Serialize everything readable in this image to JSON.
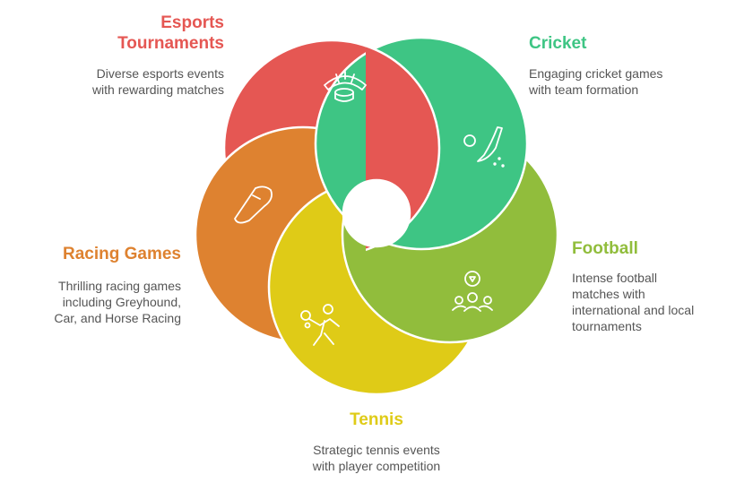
{
  "colors": {
    "esports": "#E55753",
    "cricket": "#3EC584",
    "football": "#91BD3C",
    "tennis": "#DFCB17",
    "racing": "#DE8230"
  },
  "segments": [
    {
      "title": "Esports Tournaments",
      "title_lines": [
        "Esports",
        "Tournaments"
      ],
      "desc_lines": [
        "Diverse esports events",
        "with rewarding matches"
      ],
      "icon": "stadium-icon"
    },
    {
      "title": "Cricket",
      "desc_lines": [
        "Engaging cricket games",
        "with team formation"
      ],
      "icon": "cricket-bat-ball-icon"
    },
    {
      "title": "Football",
      "desc_lines": [
        "Intense football",
        "matches with",
        "international and local",
        "tournaments"
      ],
      "icon": "football-team-icon"
    },
    {
      "title": "Tennis",
      "desc_lines": [
        "Strategic tennis events",
        "with player competition"
      ],
      "icon": "tennis-player-icon"
    },
    {
      "title": "Racing Games",
      "desc_lines": [
        "Thrilling racing games",
        "including Greyhound,",
        "Car, and Horse Racing"
      ],
      "icon": "racing-shoe-icon"
    }
  ]
}
